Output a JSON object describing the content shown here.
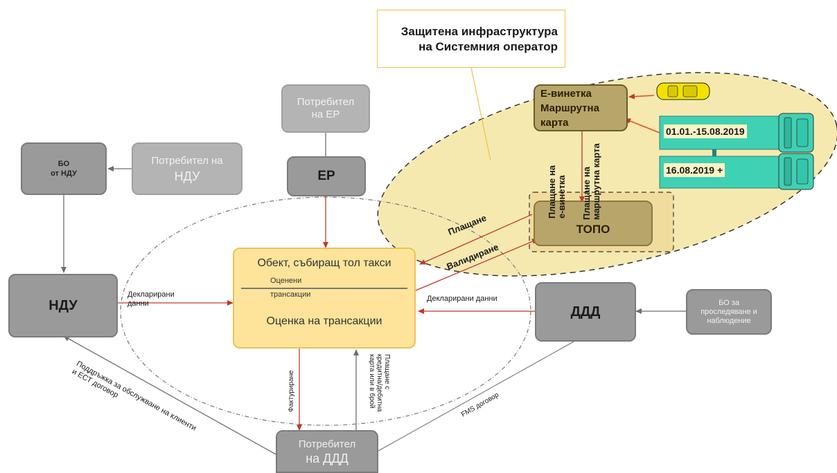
{
  "callout": {
    "line1": "Защитена инфраструктура",
    "line2": "на Системния оператор"
  },
  "nodes": {
    "potrebitel_ep": {
      "line1": "Потребител",
      "line2": "на ЕР"
    },
    "ep": {
      "label": "ЕР"
    },
    "bo_ndu": {
      "line1": "БО",
      "line2": "от НДУ"
    },
    "potrebitel_ndu": {
      "line1": "Потребител на",
      "line2": "НДУ"
    },
    "ndu": {
      "label": "НДУ"
    },
    "ddd": {
      "label": "ДДД"
    },
    "bo_prosled": {
      "line1": "БО за",
      "line2": "проследяване и",
      "line3": "наблюдение"
    },
    "potrebitel_ddd": {
      "line1": "Потребител",
      "line2": "на ДДД"
    },
    "center": {
      "title": "Обект, събиращ тол такси",
      "sub1": "Оценени",
      "sub2": "трансакции",
      "bottom": "Оценка на трансакции"
    },
    "evinetka": {
      "line1": "Е-винетка",
      "line2": "Маршрутна",
      "line3": "карта"
    },
    "topo": {
      "label": "ТОПО"
    },
    "truck1": {
      "date": "01.01.-15.08.2019"
    },
    "truck2": {
      "date": "16.08.2019 +"
    }
  },
  "labels": {
    "deklarirani_left_1": "Декларирани",
    "deklarirani_left_2": "данни",
    "deklarirani_right": "Декларирани данни",
    "plashtane": "Плащане",
    "validirane": "Валидиране",
    "plashtane_evinetka_1": "Плащане на",
    "plashtane_evinetka_2": "е-винетка",
    "plashtane_karta_1": "Плащане на",
    "plashtane_karta_2": "маршрутна карта",
    "fakturirane": "Фактуриране",
    "plashtane_kredit_1": "Плащане с",
    "plashtane_kredit_2": "кредитна/дебитна",
    "plashtane_kredit_3": "карта или в брой",
    "poddrazhka_1": "Поддръжка за обслужване на клиенти",
    "poddrazhka_2": "и ЕСТ договор",
    "fms": "FMS договор"
  },
  "colors": {
    "ellipse_fill": "#f6e9b0",
    "center_fill": "#fde49a",
    "arrow_red": "#c0392b",
    "node_gray": "#9a9a9a",
    "truck_teal": "#3fd1b4",
    "car_yellow": "#f2e200"
  }
}
